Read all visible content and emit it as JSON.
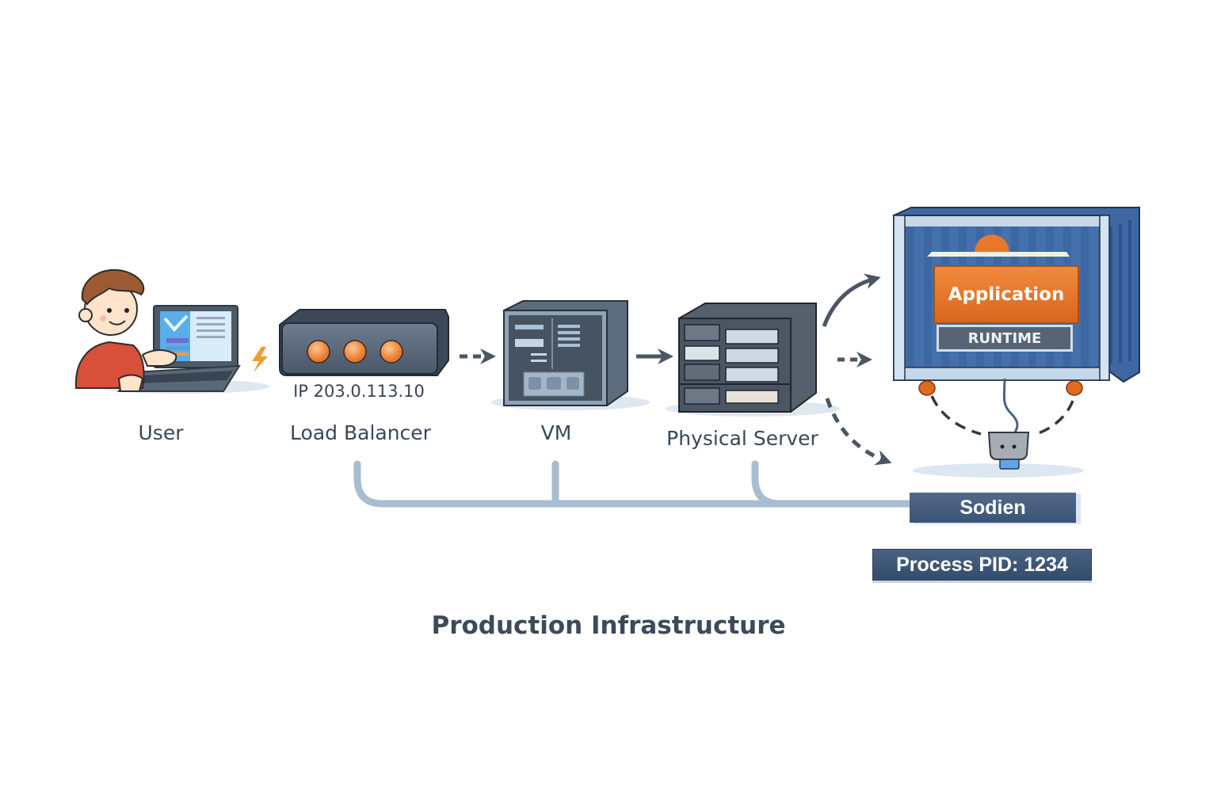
{
  "diagram": {
    "title": "Production Infrastructure",
    "nodes": [
      {
        "id": "user",
        "label": "User",
        "icon": "user-laptop-icon"
      },
      {
        "id": "load-balancer",
        "label": "Load Balancer",
        "icon": "load-balancer-icon",
        "detail": "IP 203.0.113.10"
      },
      {
        "id": "vm",
        "label": "VM",
        "icon": "vm-icon"
      },
      {
        "id": "physical-server",
        "label": "Physical Server",
        "icon": "rack-server-icon"
      },
      {
        "id": "container",
        "icon": "container-icon",
        "application_label": "Application",
        "runtime_label": "RUNTIME"
      }
    ],
    "edges": [
      {
        "from": "user",
        "to": "load-balancer",
        "style": "lightning"
      },
      {
        "from": "load-balancer",
        "to": "vm",
        "style": "dashed"
      },
      {
        "from": "vm",
        "to": "physical-server",
        "style": "solid"
      },
      {
        "from": "physical-server",
        "to": "container",
        "style": "solid-curved"
      },
      {
        "from": "physical-server",
        "to": "container",
        "style": "dashed"
      },
      {
        "from": "physical-server",
        "to": "socket",
        "style": "dashed-curved"
      }
    ],
    "bus": {
      "connects": [
        "load-balancer",
        "vm",
        "physical-server"
      ],
      "target_label": "Sodien"
    },
    "process_label": "Process PID: 1234",
    "colors": {
      "text": "#3a4757",
      "device": "#4b5868",
      "accent_orange": "#e8782a",
      "container_blue": "#3f6aa6",
      "bus": "#a7bdd0",
      "tag": "#425b7c"
    }
  }
}
